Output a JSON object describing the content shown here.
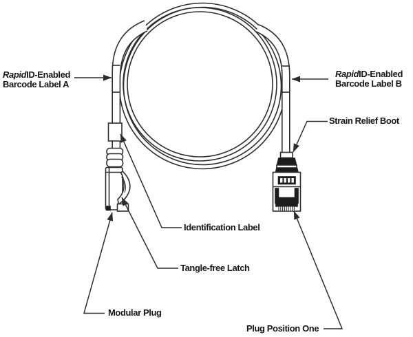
{
  "diagram_labels": {
    "barcode_label_a": {
      "italic": "Rapid",
      "line1_rest": "ID-Enabled",
      "line2": "Barcode Label A"
    },
    "barcode_label_b": {
      "italic": "Rapid",
      "line1_rest": "ID-Enabled",
      "line2": "Barcode Label B"
    },
    "strain_relief_boot": "Strain Relief Boot",
    "identification_label": "Identification Label",
    "tangle_free_latch": "Tangle-free Latch",
    "modular_plug": "Modular Plug",
    "plug_position_one": "Plug Position One"
  },
  "colors": {
    "line": "#2d2d2d",
    "dark_fill": "#1c1c1c",
    "text": "#161616",
    "background": "#ffffff"
  }
}
